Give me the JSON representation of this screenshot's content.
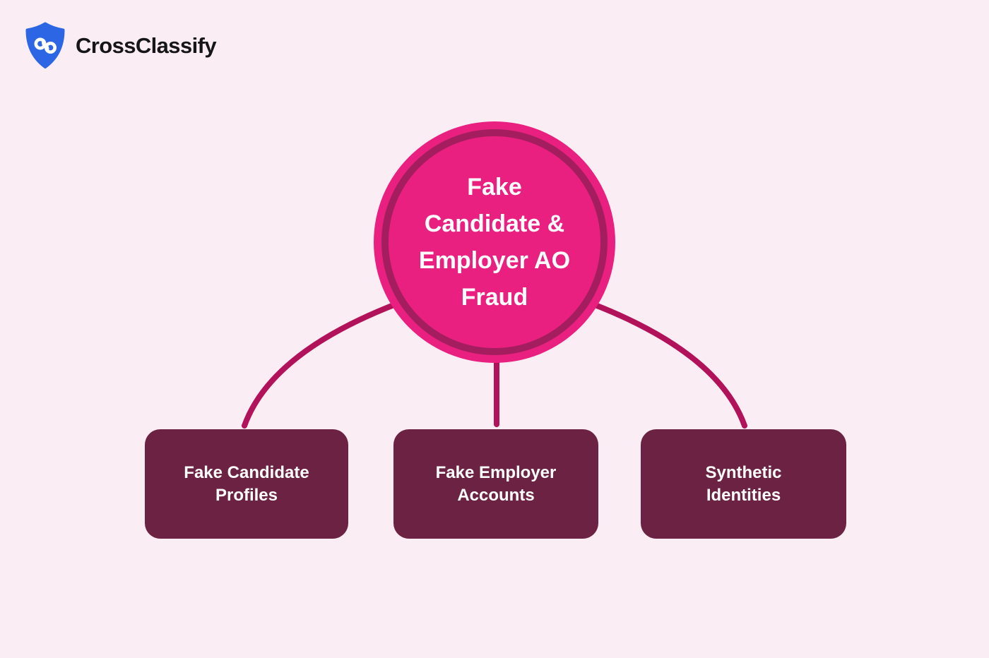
{
  "page": {
    "background_color": "#FAEDF3"
  },
  "brand": {
    "name": "CrossClassify",
    "icon": "shield-swirl-icon",
    "icon_color": "#2D66E5",
    "text_color": "#161616"
  },
  "diagram": {
    "root": {
      "lines": [
        "Fake",
        "Candidate &",
        "Employer AO",
        "Fraud"
      ],
      "fill_color": "#EA2081",
      "ring_color": "#A41E5F",
      "text_color": "#FFFFFF"
    },
    "children": [
      {
        "lines": [
          "Fake Candidate",
          "Profiles"
        ]
      },
      {
        "lines": [
          "Fake Employer",
          "Accounts"
        ]
      },
      {
        "lines": [
          "Synthetic",
          "Identities"
        ]
      }
    ],
    "child_fill_color": "#6C2343",
    "child_text_color": "#FFFFFF",
    "connector_color": "#B2125A"
  }
}
